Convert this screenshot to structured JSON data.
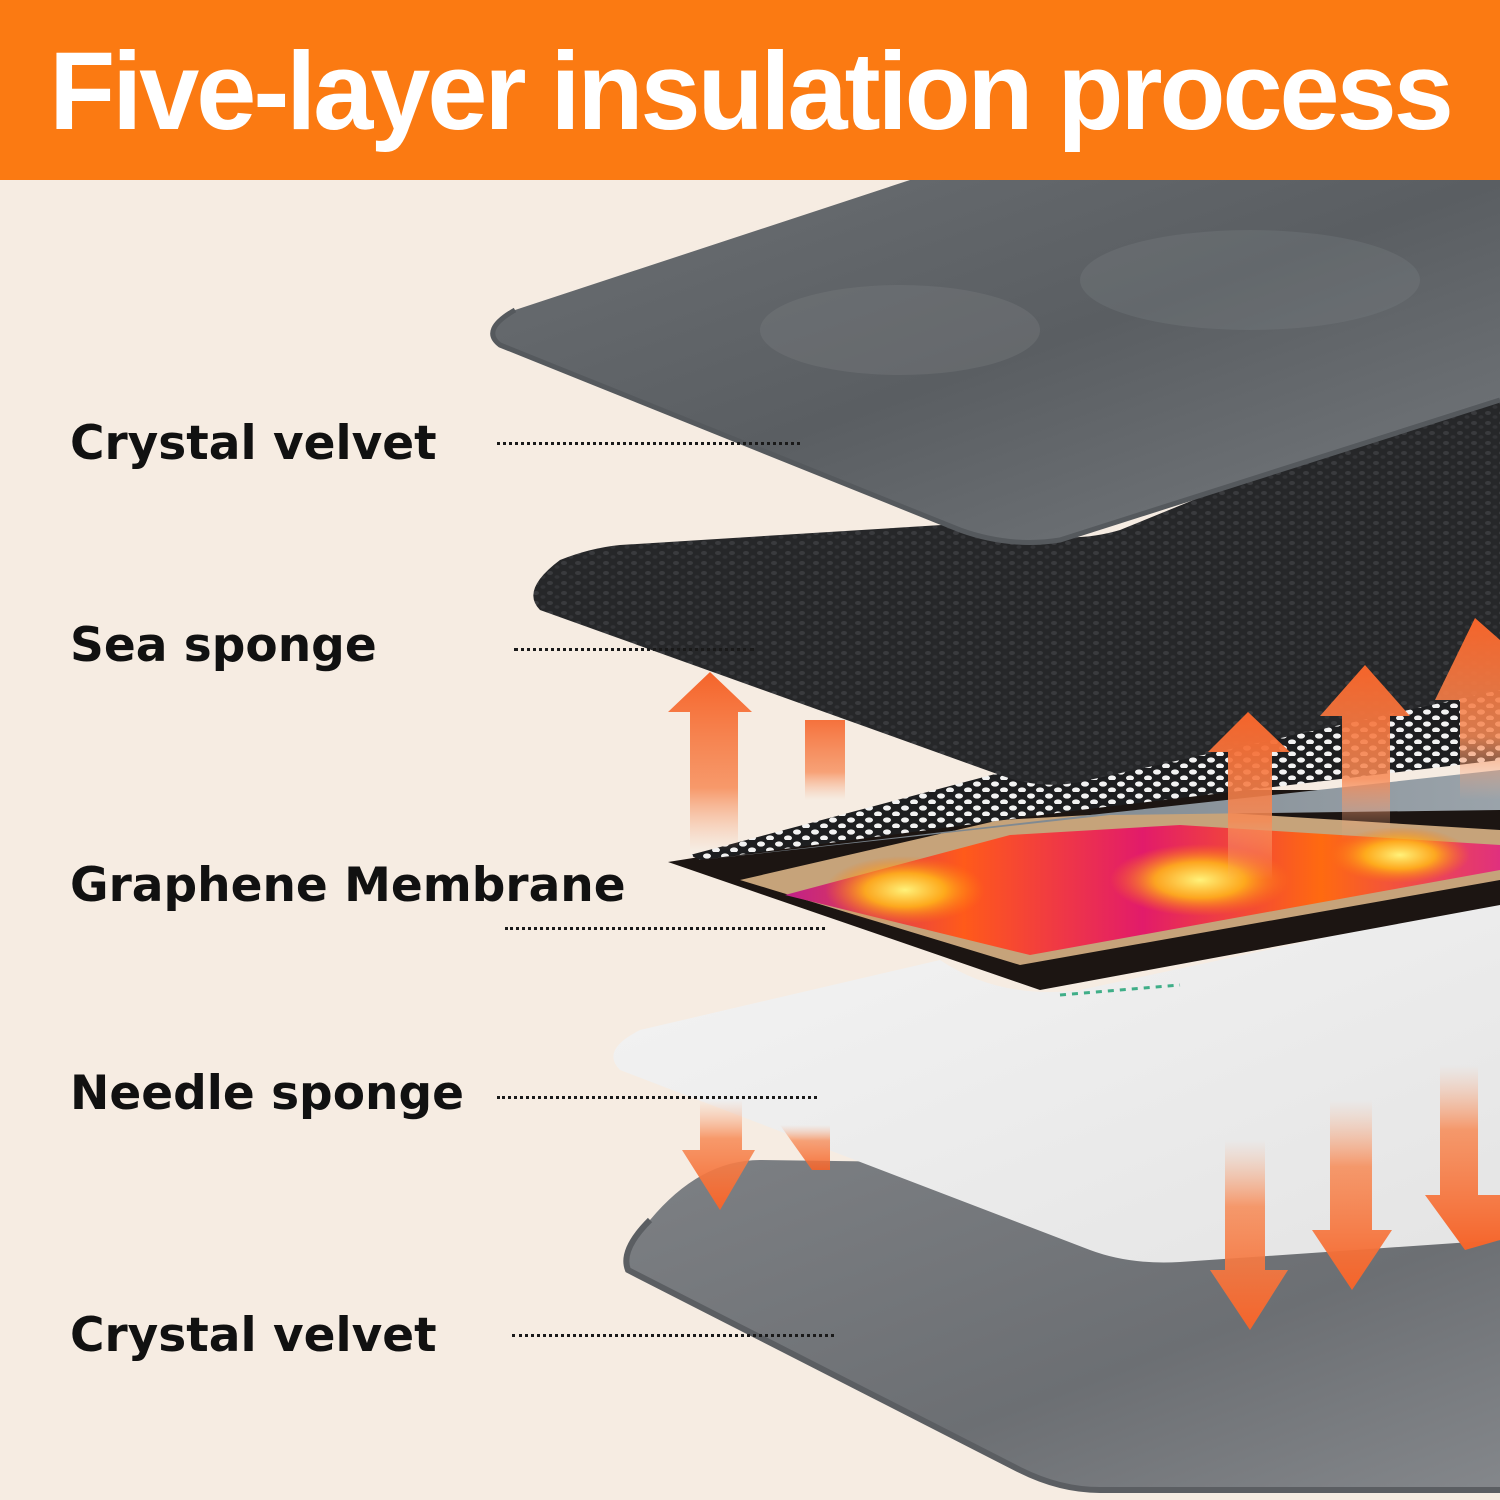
{
  "header": {
    "title": "Five-layer insulation process"
  },
  "layers": [
    {
      "label": "Crystal velvet",
      "material": "grey plush fabric"
    },
    {
      "label": "Sea sponge",
      "material": "black porous sponge"
    },
    {
      "label": "Graphene Membrane",
      "material": "heating film"
    },
    {
      "label": "Needle sponge",
      "material": "white cotton"
    },
    {
      "label": "Crystal velvet",
      "material": "grey plush fabric"
    }
  ],
  "colors": {
    "banner": "#fb7a12",
    "background": "#f6ece2",
    "heat_arrow": "#f5642a",
    "velvet": "#5f6367",
    "sponge": "#2b2c2e",
    "needle_sponge": "#ededed"
  }
}
